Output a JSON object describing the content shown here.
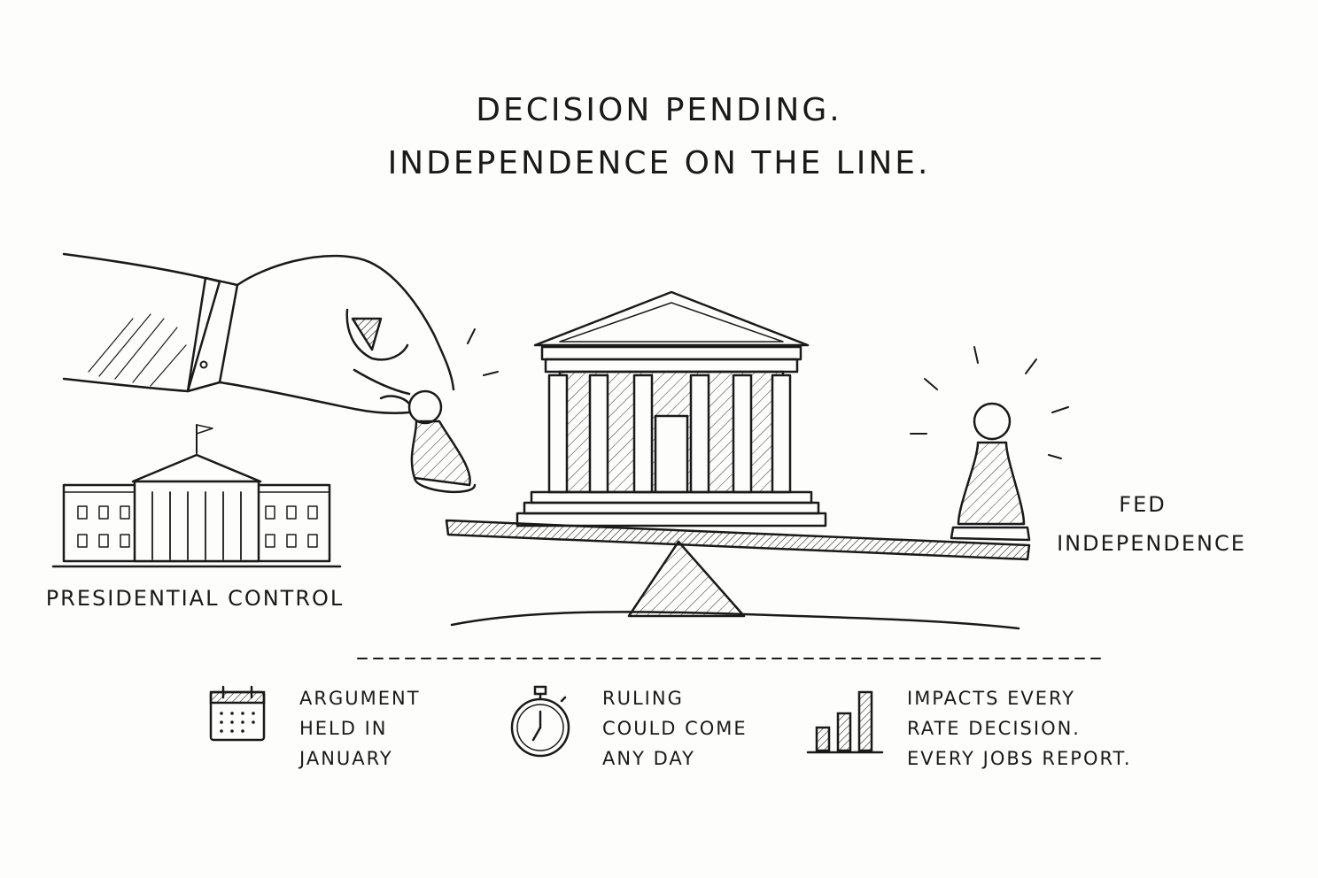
{
  "headline": {
    "line1": "DECISION PENDING.",
    "line2": "INDEPENDENCE ON THE LINE."
  },
  "labels": {
    "left": "PRESIDENTIAL CONTROL",
    "right_line1": "FED",
    "right_line2": "INDEPENDENCE"
  },
  "facts": [
    {
      "icon": "calendar-icon",
      "lines": [
        "ARGUMENT",
        "HELD IN",
        "JANUARY"
      ]
    },
    {
      "icon": "stopwatch-icon",
      "lines": [
        "RULING",
        "COULD COME",
        "ANY DAY"
      ]
    },
    {
      "icon": "bar-chart-icon",
      "lines": [
        "IMPACTS EVERY",
        "RATE DECISION.",
        "EVERY JOBS REPORT."
      ]
    }
  ],
  "colors": {
    "ink": "#1a1a1a",
    "paper": "#fdfdfc"
  }
}
